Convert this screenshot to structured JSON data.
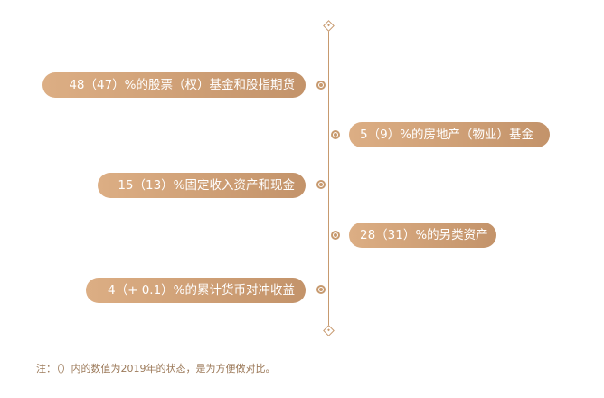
{
  "items": [
    {
      "label": "48（47）%的股票（权）基金和股指期货"
    },
    {
      "label": "5（9）%的房地产（物业）基金"
    },
    {
      "label": "15（13）%固定收入资产和现金"
    },
    {
      "label": "28（31）%的另类资产"
    },
    {
      "label": "4（+ 0.1）%的累计货币对冲收益"
    }
  ],
  "note": "注：（）内的数值为2019年的状态，是为方便做对比。",
  "colors": {
    "accent": "#c79a6f",
    "pill_start": "#dcae84",
    "pill_end": "#c3936a",
    "note_text": "#9c7a5a"
  }
}
